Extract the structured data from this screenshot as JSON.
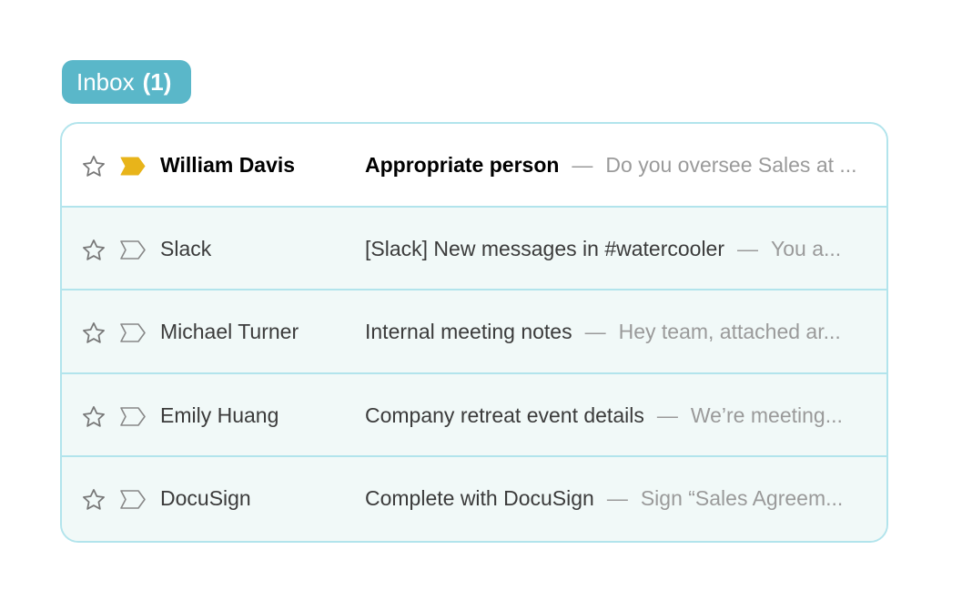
{
  "inbox": {
    "label": "Inbox",
    "count": "(1)",
    "accent": "#5ab7c9"
  },
  "icons": {
    "star": "star-outline-icon",
    "tag_filled": "importance-tag-filled-icon",
    "tag_outline": "importance-tag-outline-icon"
  },
  "colors": {
    "tag_important": "#e8b41a",
    "row_read_bg": "#f1f9f8",
    "row_unread_bg": "#ffffff",
    "border": "#b2e4ec"
  },
  "emails": [
    {
      "sender": "William Davis",
      "subject": "Appropriate person",
      "separator": "—",
      "preview": "Do you oversee Sales at ...",
      "unread": true,
      "important": true
    },
    {
      "sender": "Slack",
      "subject": "[Slack] New messages in #watercooler",
      "separator": "—",
      "preview": "You a...",
      "unread": false,
      "important": false
    },
    {
      "sender": "Michael Turner",
      "subject": "Internal meeting notes",
      "separator": "—",
      "preview": "Hey team, attached ar...",
      "unread": false,
      "important": false
    },
    {
      "sender": "Emily Huang",
      "subject": "Company retreat event details",
      "separator": "—",
      "preview": "We’re meeting...",
      "unread": false,
      "important": false
    },
    {
      "sender": "DocuSign",
      "subject": "Complete with DocuSign",
      "separator": "—",
      "preview": "Sign “Sales Agreem...",
      "unread": false,
      "important": false
    }
  ]
}
